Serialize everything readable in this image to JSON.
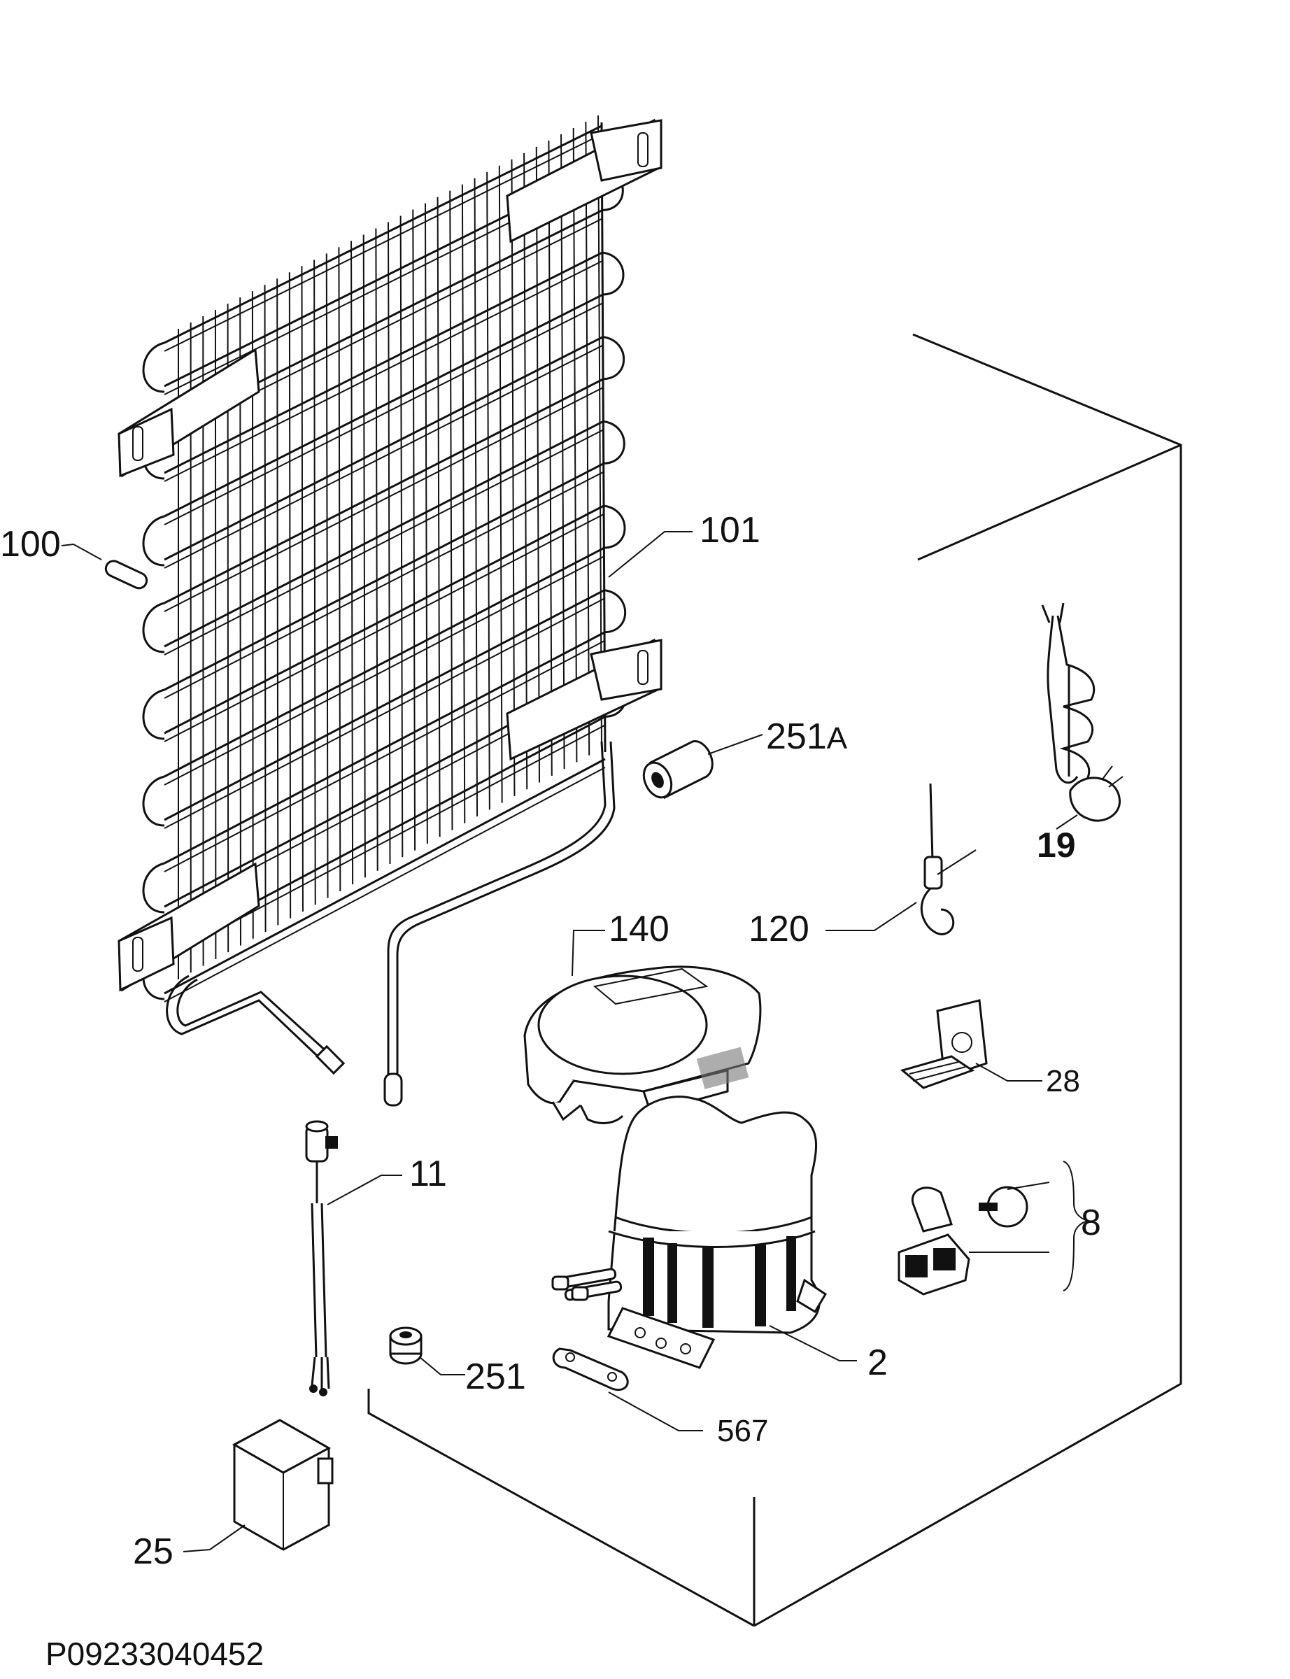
{
  "labels": {
    "p100": "100",
    "p101": "101",
    "p251a": "251",
    "p251a_suffix": "A",
    "p19": "19",
    "p120": "120",
    "p140": "140",
    "p28": "28",
    "p11": "11",
    "p8": "8",
    "p251": "251",
    "p2": "2",
    "p567": "567",
    "p25": "25"
  },
  "footer": {
    "code": "P09233040452"
  }
}
